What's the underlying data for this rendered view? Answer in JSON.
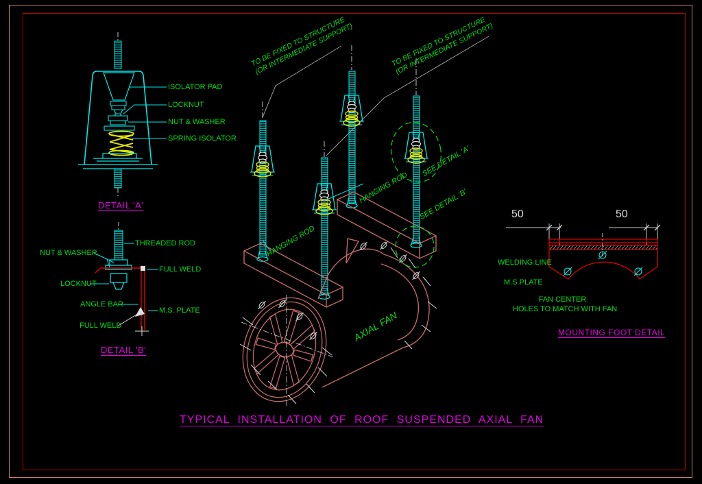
{
  "sheet": {
    "title": "TYPICAL INSTALLATION OF ROOF SUSPENDED AXIAL FAN",
    "colors": {
      "background": "#000000",
      "cyan": "#00e8e8",
      "green": "#00dc14",
      "magenta": "#e000e0",
      "yellow": "#e8e800",
      "rose": "#c26868",
      "red": "#e40000",
      "leader_gray": "#9c9c9c",
      "white": "#e0e0e0"
    }
  },
  "detail_a": {
    "title": "DETAIL 'A'",
    "labels": {
      "isolator_pad": "ISOLATOR PAD",
      "locknut": "LOCKNUT",
      "nut_washer": "NUT & WASHER",
      "spring_isolator": "SPRING ISOLATOR"
    }
  },
  "detail_b": {
    "title": "DETAIL 'B'",
    "labels": {
      "threaded_rod": "THREADED ROD",
      "nut_washer": "NUT & WASHER",
      "full_weld_top": "FULL WELD",
      "locknut": "LOCKNUT",
      "angle_bar": "ANGLE BAR",
      "ms_plate": "M.S. PLATE",
      "full_weld_bottom": "FULL WELD"
    }
  },
  "isometric": {
    "fixed_note_line1": "TO BE FIXED TO STRUCTURE",
    "fixed_note_line2": "(OR INTERMEDIATE SUPPORT)",
    "hanging_rod": "HANGING ROD",
    "see_detail_a": "SEE DETAIL 'A'",
    "see_detail_b": "SEE DETAIL 'B'",
    "axial_fan": "AXIAL FAN"
  },
  "mounting_foot": {
    "title": "MOUNTING FOOT DETAIL",
    "dim_left": "50",
    "dim_right": "50",
    "labels": {
      "welding_line": "WELDING LINE",
      "ms_plate": "M.S PLATE",
      "fan_center": "FAN CENTER",
      "holes": "HOLES TO MATCH WITH FAN"
    }
  }
}
